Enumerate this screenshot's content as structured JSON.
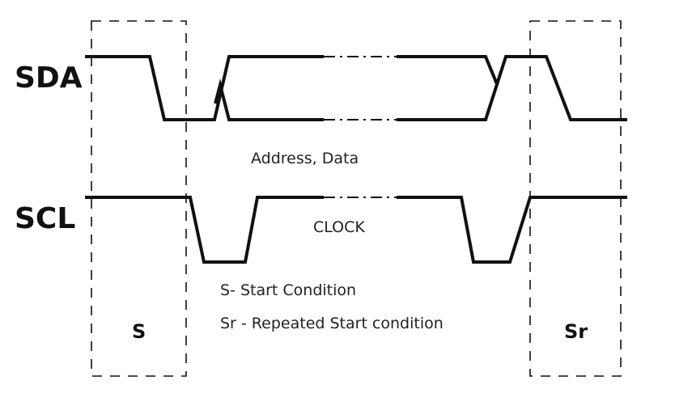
{
  "signals": {
    "sda": "SDA",
    "scl": "SCL"
  },
  "annotations": {
    "address_data": "Address, Data",
    "clock": "CLOCK"
  },
  "boxes": {
    "start": "S",
    "repeated_start": "Sr"
  },
  "legend": {
    "start": "S- Start Condition",
    "repeated_start": "Sr - Repeated Start condition"
  }
}
